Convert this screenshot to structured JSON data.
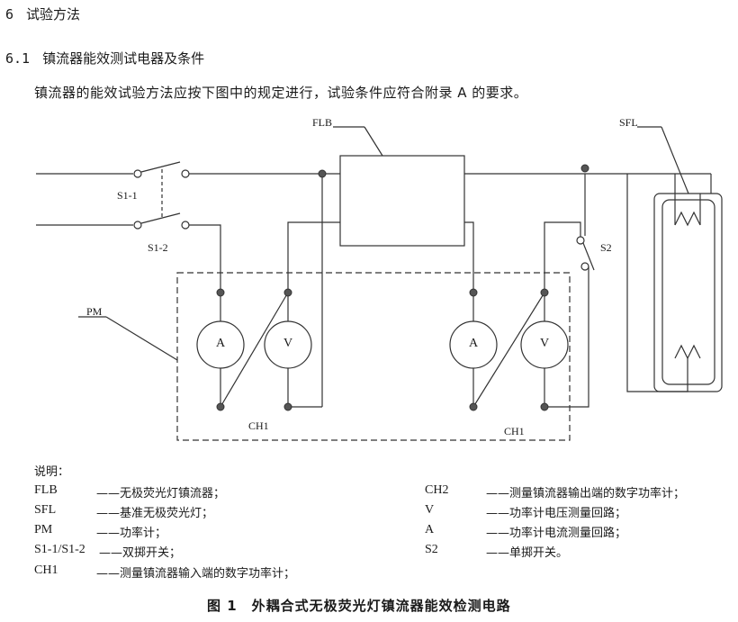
{
  "section_6": {
    "number": "6",
    "title": "试验方法"
  },
  "section_6_1": {
    "number": "6.1",
    "title": "镇流器能效测试电器及条件"
  },
  "intro_text": "镇流器的能效试验方法应按下图中的规定进行，试验条件应符合附录 A 的要求。",
  "diagram": {
    "labels": {
      "flb": "FLB",
      "sfl": "SFL",
      "s1_1": "S1-1",
      "s1_2": "S1-2",
      "s2": "S2",
      "pm": "PM",
      "ch1_left": "CH1",
      "ch1_right": "CH1"
    },
    "meters": {
      "left_a": "A",
      "left_v": "V",
      "right_a": "A",
      "right_v": "V"
    }
  },
  "legend": {
    "heading": "说明：",
    "left": [
      {
        "code": "FLB",
        "desc": "——无极荧光灯镇流器；"
      },
      {
        "code": "SFL",
        "desc": "——基准无极荧光灯；"
      },
      {
        "code": "PM",
        "desc": "——功率计；"
      },
      {
        "code": "S1-1/S1-2",
        "desc": "——双掷开关；"
      },
      {
        "code": "CH1",
        "desc": "——测量镇流器输入端的数字功率计；"
      }
    ],
    "right": [
      {
        "code": "CH2",
        "desc": "——测量镇流器输出端的数字功率计；"
      },
      {
        "code": "V",
        "desc": "——功率计电压测量回路；"
      },
      {
        "code": "A",
        "desc": "——功率计电流测量回路；"
      },
      {
        "code": "S2",
        "desc": "——单掷开关。"
      }
    ]
  },
  "figure_caption": "图 1　外耦合式无极荧光灯镇流器能效检测电路"
}
